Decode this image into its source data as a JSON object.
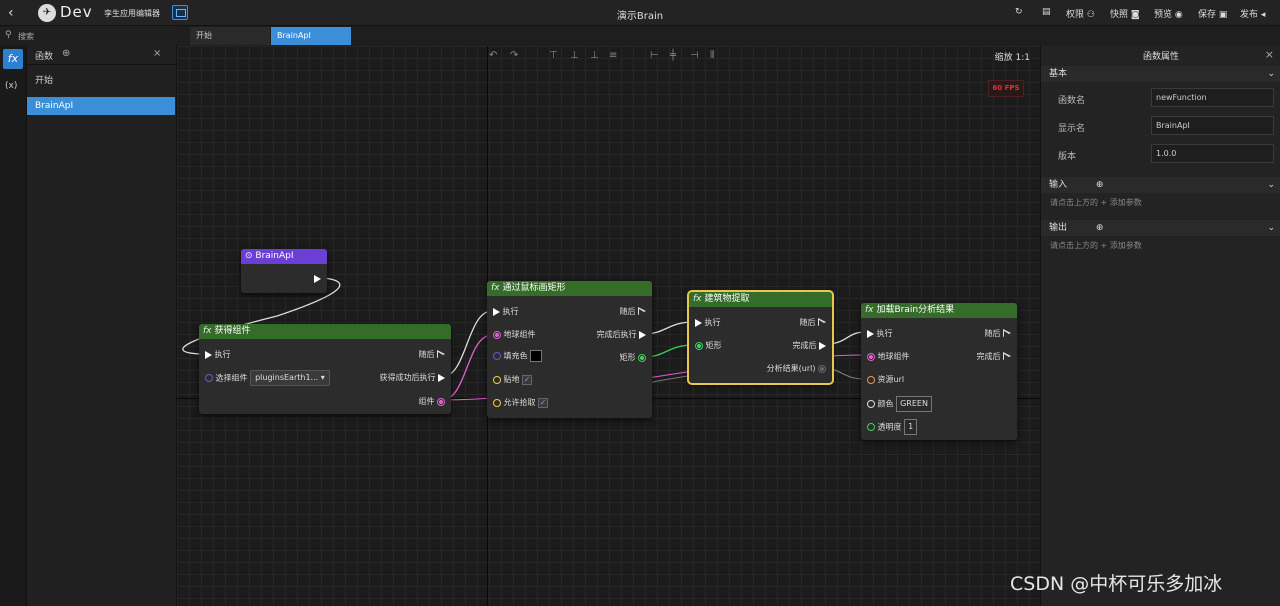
{
  "topbar": {
    "logo_text": "Dev",
    "app_name": "孪生应用编辑器",
    "title": "演示Brain",
    "actions": [
      "权限",
      "快照",
      "预览",
      "保存",
      "发布"
    ]
  },
  "sidebar": {
    "fx_label": "fx",
    "var_label": "(x)"
  },
  "search": {
    "placeholder": "搜索"
  },
  "functions": {
    "header": "函数",
    "items": [
      "开始",
      "BrainApI"
    ],
    "selected": 1
  },
  "tabs": [
    {
      "label": "开始"
    },
    {
      "label": "BrainApI"
    }
  ],
  "canvas": {
    "zoom": "缩放 1:1",
    "fps": "60 FPS"
  },
  "nodes": {
    "start": {
      "title": "BrainApI"
    },
    "get_component": {
      "title": "获得组件",
      "exec_in": "执行",
      "exec_after": "随后",
      "select_label": "选择组件",
      "select_value": "pluginsEarth1...",
      "exec_success": "获得成功后执行",
      "component_out": "组件"
    },
    "draw_rect": {
      "title": "通过鼠标画矩形",
      "exec_in": "执行",
      "exec_after": "随后",
      "earth_in": "地球组件",
      "done_exec": "完成后执行",
      "fill_label": "填充色",
      "rect_out": "矩形",
      "stick_label": "贴地",
      "allow_pick": "允许拾取"
    },
    "building": {
      "title": "建筑物提取",
      "exec_in": "执行",
      "exec_after": "随后",
      "rect_in": "矩形",
      "done": "完成后",
      "result_out": "分析结果(url)"
    },
    "load_brain": {
      "title": "加载Brain分析结果",
      "exec_in": "执行",
      "exec_after": "随后",
      "earth_in": "地球组件",
      "done": "完成后",
      "url_in": "资源url",
      "color_label": "颜色",
      "color_value": "GREEN",
      "opacity_label": "透明度",
      "opacity_value": "1"
    }
  },
  "props": {
    "title": "函数属性",
    "basic": "基本",
    "fields": [
      {
        "label": "函数名",
        "value": "newFunction"
      },
      {
        "label": "显示名",
        "value": "BrainApI"
      },
      {
        "label": "版本",
        "value": "1.0.0"
      }
    ],
    "input": "输入",
    "input_hint": "请点击上方的 + 添加参数",
    "output": "输出",
    "output_hint": "请点击上方的 + 添加参数"
  },
  "watermark": "CSDN @中杯可乐多加冰"
}
